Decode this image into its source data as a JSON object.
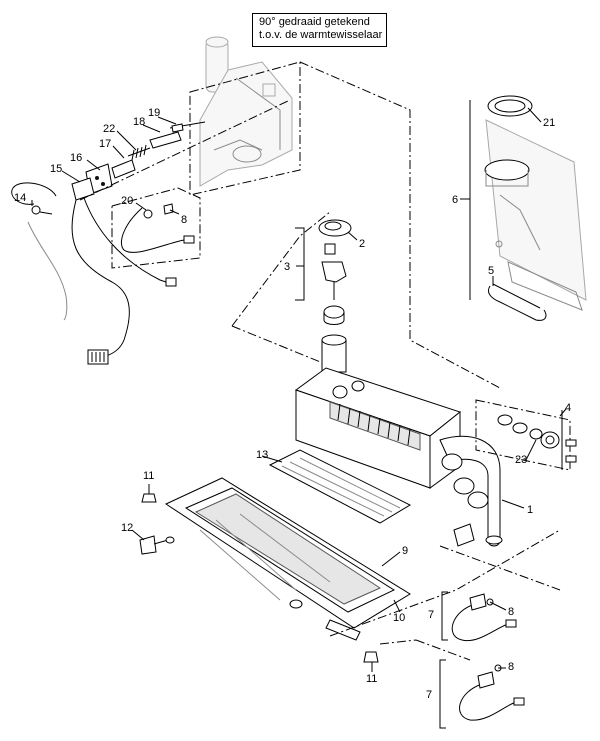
{
  "note": {
    "line1": "90° gedraaid getekend",
    "line2": "t.o.v. de warmtewisselaar"
  },
  "callouts": [
    {
      "id": "c19",
      "text": "19"
    },
    {
      "id": "c18",
      "text": "18"
    },
    {
      "id": "c22",
      "text": "22"
    },
    {
      "id": "c17",
      "text": "17"
    },
    {
      "id": "c16",
      "text": "16"
    },
    {
      "id": "c15",
      "text": "15"
    },
    {
      "id": "c14",
      "text": "14"
    },
    {
      "id": "c20",
      "text": "20"
    },
    {
      "id": "c8a",
      "text": "8"
    },
    {
      "id": "c2",
      "text": "2"
    },
    {
      "id": "c3",
      "text": "3"
    },
    {
      "id": "c21",
      "text": "21"
    },
    {
      "id": "c6",
      "text": "6"
    },
    {
      "id": "c5",
      "text": "5"
    },
    {
      "id": "c4",
      "text": "4"
    },
    {
      "id": "c23",
      "text": "23"
    },
    {
      "id": "c1",
      "text": "1"
    },
    {
      "id": "c13",
      "text": "13"
    },
    {
      "id": "c11a",
      "text": "11"
    },
    {
      "id": "c12",
      "text": "12"
    },
    {
      "id": "c9",
      "text": "9"
    },
    {
      "id": "c10",
      "text": "10"
    },
    {
      "id": "c7a",
      "text": "7"
    },
    {
      "id": "c8b",
      "text": "8"
    },
    {
      "id": "c11b",
      "text": "11"
    },
    {
      "id": "c7b",
      "text": "7"
    },
    {
      "id": "c8c",
      "text": "8"
    }
  ]
}
